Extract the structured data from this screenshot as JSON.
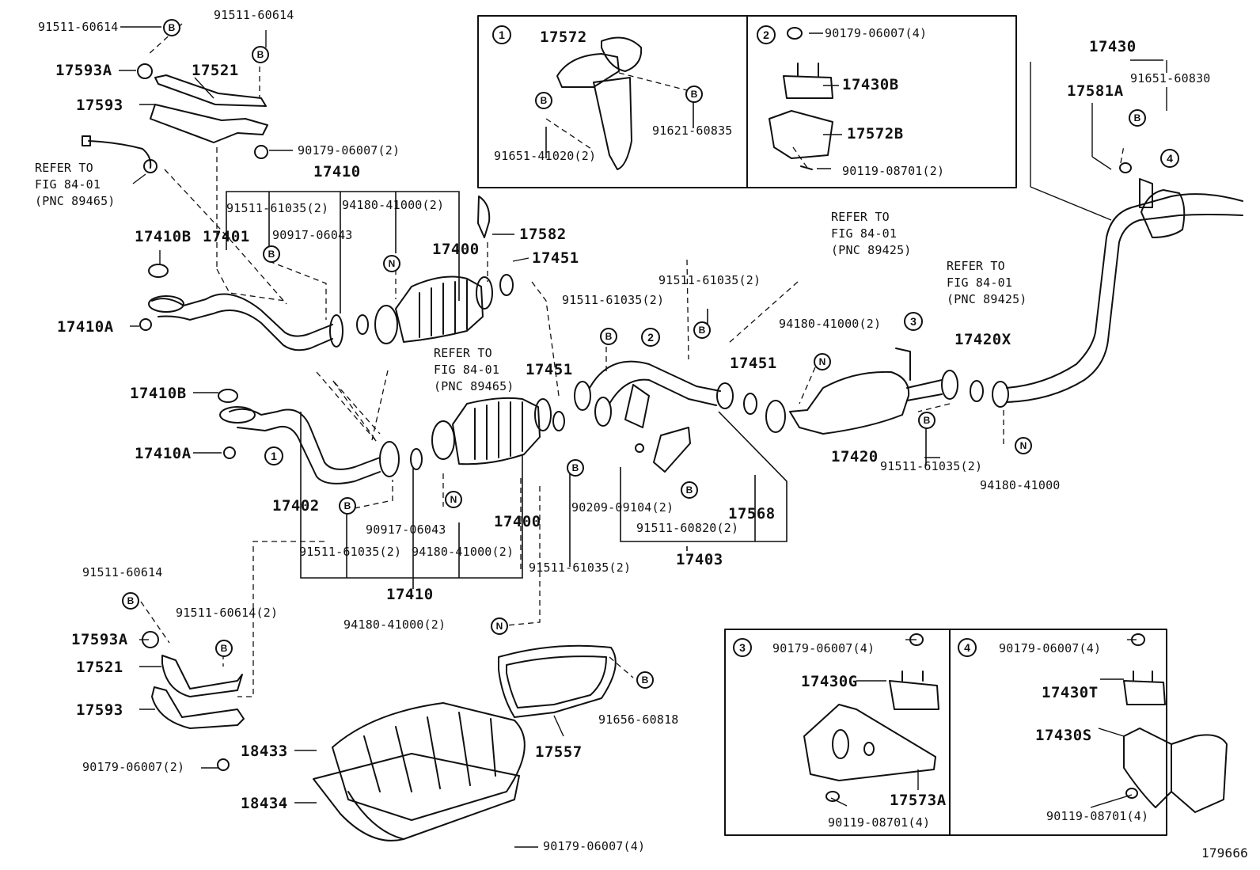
{
  "figure_number": "179666",
  "parts": {
    "p17593A_top": "17593A",
    "p17521_top": "17521",
    "p17593_top": "17593",
    "p17410_top": "17410",
    "p17410B_top": "17410B",
    "p17401": "17401",
    "p17400_top": "17400",
    "p17582": "17582",
    "p17451_a": "17451",
    "p17410A_top": "17410A",
    "p17410B_mid": "17410B",
    "p17410A_mid": "17410A",
    "p17451_b": "17451",
    "p17402": "17402",
    "p17400_bot": "17400",
    "p17410_bot": "17410",
    "p17451_c": "17451",
    "p17568": "17568",
    "p17403": "17403",
    "p17420": "17420",
    "p17420X": "17420X",
    "p17430": "17430",
    "p17581A": "17581A",
    "p17593A_bot": "17593A",
    "p17521_bot": "17521",
    "p17593_bot": "17593",
    "p18433": "18433",
    "p18434": "18434",
    "p17557": "17557",
    "p17572": "17572",
    "p17430B": "17430B",
    "p17572B": "17572B",
    "p17430G": "17430G",
    "p17573A": "17573A",
    "p17430T": "17430T",
    "p17430S": "17430S"
  },
  "hardware": {
    "h1": "91511-60614",
    "h2": "91511-60614",
    "h3": "90179-06007(2)",
    "h4": "91511-61035(2)",
    "h5": "94180-41000(2)",
    "h6": "90917-06043",
    "h7": "90917-06043",
    "h8": "91511-61035(2)",
    "h9": "94180-41000(2)",
    "h10": "91511-61035(2)",
    "h11": "94180-41000(2)",
    "h12": "91511-60614",
    "h13": "91511-60614(2)",
    "h14": "90179-06007(2)",
    "h15": "90209-09104(2)",
    "h16": "91511-60820(2)",
    "h17": "91511-61035(2)",
    "h18": "91511-61035(2)",
    "h19": "94180-41000(2)",
    "h20": "91511-61035(2)",
    "h21": "94180-41000",
    "h22": "91651-60830",
    "h23": "91656-60818",
    "h24": "90179-06007(4)",
    "h25": "91651-41020(2)",
    "h26": "91621-60835",
    "h27": "90179-06007(4)",
    "h28": "90119-08701(2)",
    "h29": "90179-06007(4)",
    "h30": "90119-08701(4)",
    "h31": "90179-06007(4)",
    "h32": "90119-08701(4)"
  },
  "references": {
    "r1": [
      "REFER TO",
      "FIG 84-01",
      "(PNC 89465)"
    ],
    "r2": [
      "REFER TO",
      "FIG 84-01",
      "(PNC 89465)"
    ],
    "r3": [
      "REFER TO",
      "FIG 84-01",
      "(PNC 89425)"
    ],
    "r4": [
      "REFER TO",
      "FIG 84-01",
      "(PNC 89425)"
    ]
  },
  "callouts": {
    "one": "1",
    "two": "2",
    "three": "3",
    "four": "4"
  },
  "symbols": {
    "bolt": "B",
    "nut": "N"
  }
}
